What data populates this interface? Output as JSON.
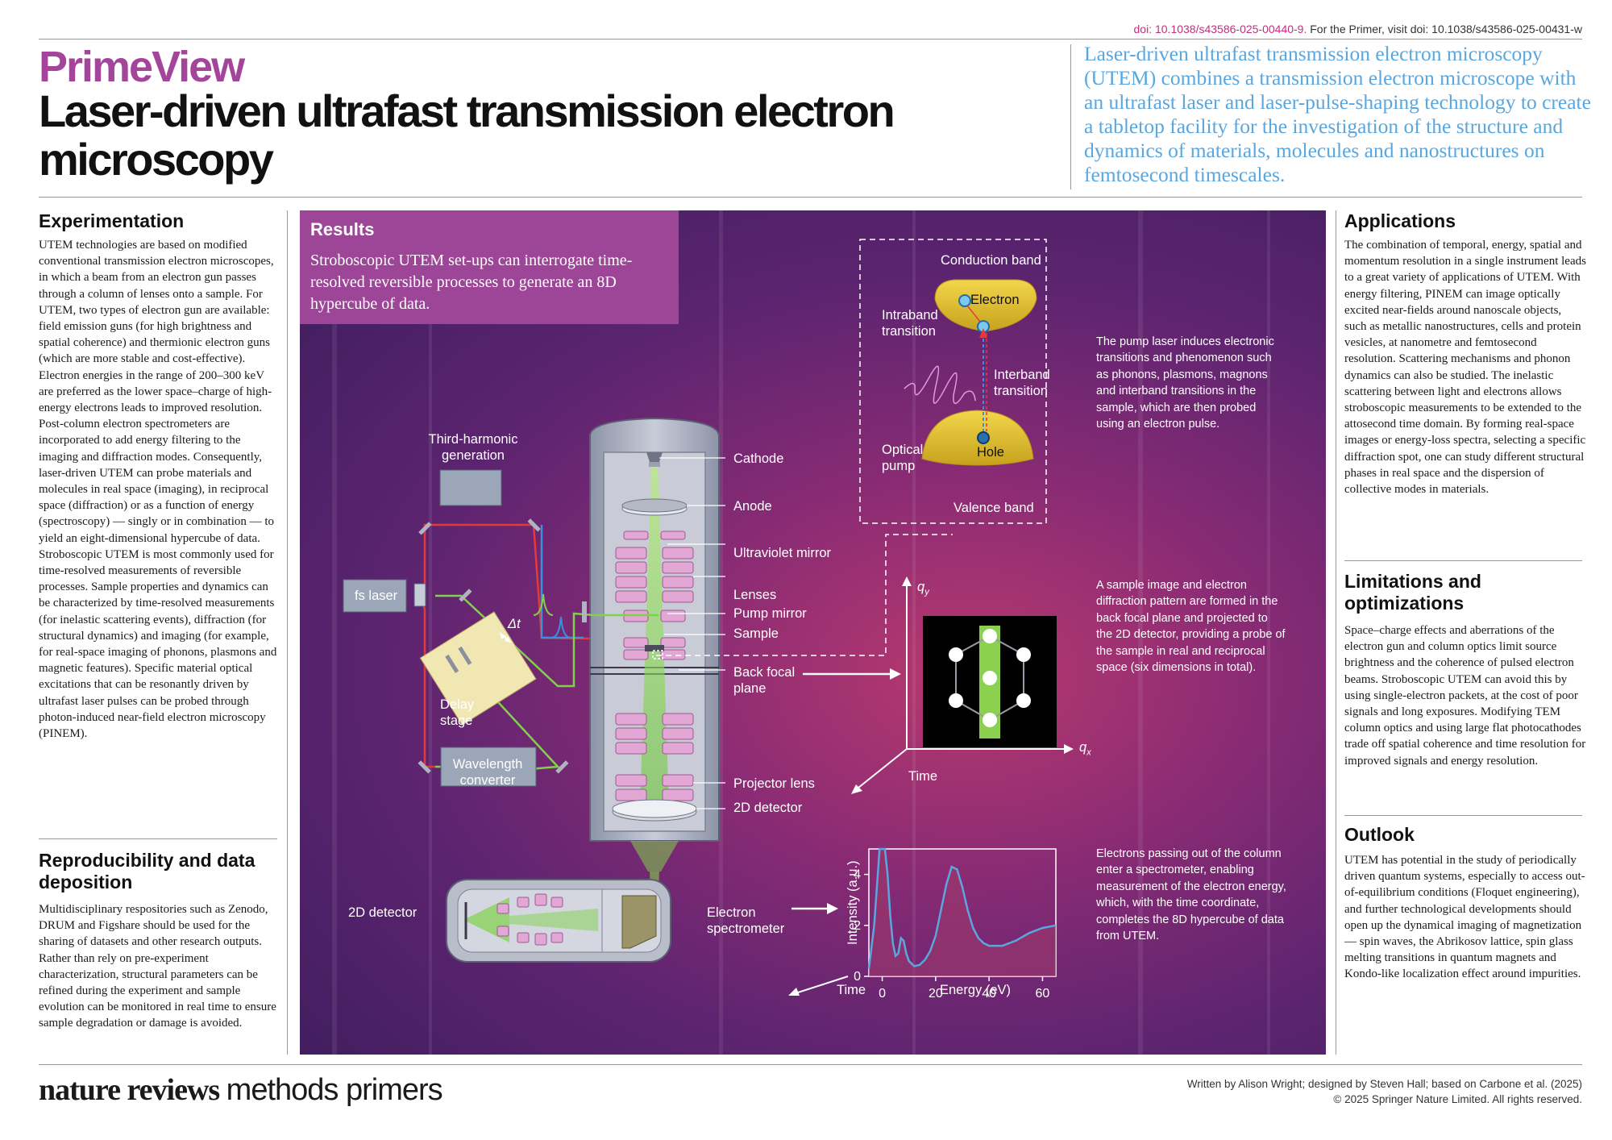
{
  "header": {
    "doi_article": "doi: 10.1038/s43586-025-00440-9.",
    "doi_primer": "For the Primer, visit doi: 10.1038/s43586-025-00431-w",
    "brand": "PrimeView",
    "title": "Laser-driven ultrafast transmission electron microscopy",
    "standfirst": "Laser-driven ultrafast transmission electron microscopy (UTEM) combines a transmission electron microscope with an ultrafast laser and laser-pulse-shaping technology to create a tabletop facility for the investigation of the structure and dynamics of materials, molecules and nanostructures on femtosecond timescales."
  },
  "left": {
    "experimentation": {
      "heading": "Experimentation",
      "text": "UTEM technologies are based on modified conventional transmission electron microscopes, in which a beam from an electron gun passes through a column of lenses onto a sample. For UTEM, two types of electron gun are available: field emission guns (for high brightness and spatial coherence) and thermionic electron guns (which are more stable and cost-effective). Electron energies in the range of 200–300 keV are preferred as the lower space–charge of high-energy electrons leads to improved resolution. Post-column electron spectrometers are incorporated to add energy filtering to the imaging and diffraction modes. Consequently, laser-driven UTEM can probe materials and molecules in real space (imaging), in reciprocal space (diffraction) or as a function of energy (spectroscopy) — singly or in combination — to yield an eight-dimensional hypercube of data. Stroboscopic UTEM is most commonly used for time-resolved measurements of reversible processes. Sample properties and dynamics can be characterized by time-resolved measurements (for inelastic scattering events), diffraction (for structural dynamics) and imaging (for example, for real-space imaging of phonons, plasmons and magnetic features). Specific material optical excitations that can be resonantly driven by ultrafast laser pulses can be probed through photon-induced near-field electron microscopy (PINEM)."
    },
    "reproducibility": {
      "heading": "Reproducibility and data deposition",
      "text": "Multidisciplinary respositories such as Zenodo, DRUM and Figshare should be used for the sharing of datasets and other research outputs. Rather than rely on pre-experiment characterization, structural parameters can be refined during the experiment and sample evolution can be monitored in real time to ensure sample degradation or damage is avoided."
    }
  },
  "right": {
    "applications": {
      "heading": "Applications",
      "text": "The combination of temporal, energy, spatial and momentum resolution in a single instrument leads to a great variety of applications of UTEM. With energy filtering, PINEM can image optically excited near-fields around nanoscale objects, such as metallic nanostructures, cells and protein vesicles, at nanometre and femtosecond resolution. Scattering mechanisms and phonon dynamics can also be studied. The inelastic scattering between light and electrons allows stroboscopic measurements to be extended to the attosecond time domain. By forming real-space images or energy-loss spectra, selecting a specific diffraction spot, one can study different structural phases in real space and the dispersion of collective modes in materials."
    },
    "limitations": {
      "heading": "Limitations and optimizations",
      "text": "Space–charge effects and aberrations of the electron gun and column optics limit source brightness and the coherence of pulsed electron beams. Stroboscopic UTEM can avoid this by using single-electron packets, at the cost of poor signals and long exposures. Modifying TEM column optics and using large flat photocathodes trade off spatial coherence and time resolution for improved signals and energy resolution."
    },
    "outlook": {
      "heading": "Outlook",
      "text": "UTEM has potential in the study of periodically driven quantum systems, especially to access out-of-equilibrium conditions (Floquet engineering), and further technological developments should open up the dynamical imaging of magnetization — spin waves, the Abrikosov lattice, spin glass melting transitions in quantum magnets and Kondo-like localization effect around impurities."
    }
  },
  "results": {
    "heading": "Results",
    "text": "Stroboscopic UTEM set-ups can interrogate time-resolved reversible processes to generate an 8D hypercube of data."
  },
  "labels": {
    "third_harmonic": "Third-harmonic generation",
    "fs_laser": "fs laser",
    "delta_t": "Δt",
    "delay_stage": "Delay stage",
    "wavelength_converter": "Wavelength converter",
    "cathode": "Cathode",
    "anode": "Anode",
    "uv_mirror": "Ultraviolet mirror",
    "lenses": "Lenses",
    "pump_mirror": "Pump mirror",
    "sample": "Sample",
    "back_focal_plane": "Back focal plane",
    "projector_lens": "Projector lens",
    "detector_2d": "2D detector",
    "detector_2d_spec": "2D detector",
    "electron_spectrometer": "Electron spectrometer",
    "conduction_band": "Conduction band",
    "electron": "Electron",
    "intraband": "Intraband transition",
    "interband": "Interband transition",
    "optical_pump": "Optical pump",
    "hole": "Hole",
    "valence_band": "Valence band",
    "qy": "q",
    "qy_sub": "y",
    "qx": "q",
    "qx_sub": "x",
    "time_diff": "Time",
    "time_spec": "Time"
  },
  "notes": {
    "pump": "The pump laser induces electronic transitions and phenomenon such as phonons, plasmons, magnons and interband transitions in the sample, which are then probed using an electron pulse.",
    "diffraction": "A sample image and electron diffraction pattern are formed in the back focal plane and projected to the 2D detector, providing a probe of the sample in real and reciprocal space (six dimensions in total).",
    "spectrometer": "Electrons passing out of the column enter a spectrometer, enabling measurement of the electron energy, which, with the time coordinate, completes the 8D hypercube of data from UTEM."
  },
  "chart_data": {
    "type": "line",
    "xlabel": "Energy (eV)",
    "ylabel": "Intensity (a.u.)",
    "xlim": [
      -5,
      65
    ],
    "ylim": [
      0,
      5
    ],
    "xticks": [
      0,
      20,
      40,
      60
    ],
    "yticks": [
      0,
      2,
      4
    ],
    "x": [
      -5,
      -3,
      -1,
      0,
      1,
      2,
      3,
      4,
      5,
      6,
      7,
      8,
      9,
      10,
      12,
      14,
      16,
      18,
      20,
      22,
      24,
      26,
      28,
      30,
      32,
      34,
      36,
      38,
      40,
      45,
      50,
      55,
      60,
      65
    ],
    "series": [
      {
        "values": [
          0.3,
          2.0,
          5.0,
          5.0,
          5.0,
          4.0,
          2.4,
          1.3,
          0.8,
          0.9,
          1.5,
          1.4,
          0.9,
          0.6,
          0.4,
          0.45,
          0.65,
          1.0,
          1.6,
          2.6,
          3.6,
          4.3,
          4.2,
          3.5,
          2.6,
          1.9,
          1.5,
          1.3,
          1.2,
          1.2,
          1.4,
          1.7,
          1.9,
          2.0
        ]
      }
    ]
  },
  "footer": {
    "brand_bold": "nature reviews",
    "brand_light": "methods primers",
    "credit": "Written by Alison Wright; designed by Steven Hall; based on Carbone et al. (2025)",
    "copyright": "© 2025 Springer Nature Limited. All rights reserved."
  },
  "colors": {
    "brand": "#a3459a",
    "standfirst": "#5aa6dd",
    "results_box": "#9d4597",
    "panel_deep": "#3b1c5c",
    "panel_warm": "#b8396f",
    "band_gold": "#d9bc2a",
    "beam_green": "#7fd24a",
    "lens_pink": "#e3a7d6",
    "laser_red": "#e23a3a",
    "laser_blue": "#3a8fe0",
    "spectrum_line": "#5aa6dd"
  }
}
